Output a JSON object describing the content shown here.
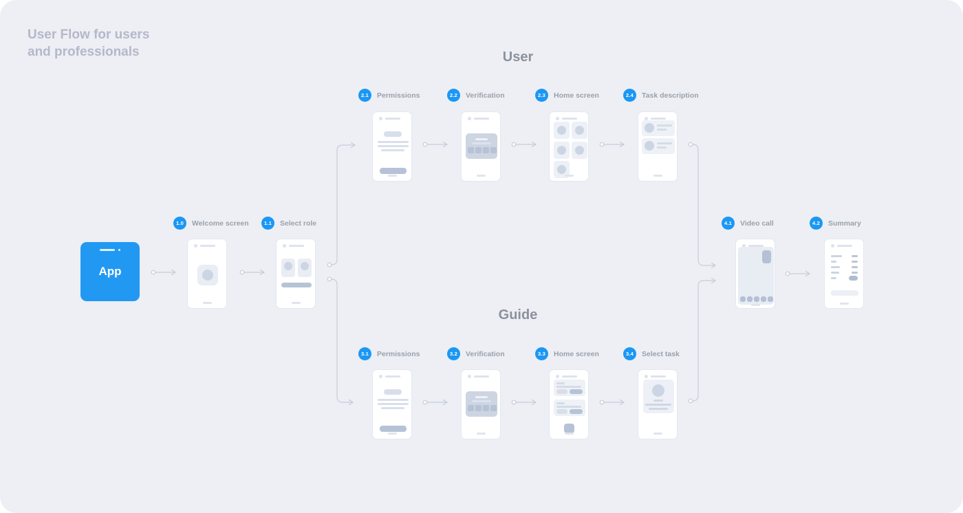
{
  "title": {
    "text": "User Flow for users\nand professionals"
  },
  "sections": {
    "user": "User",
    "guide": "Guide"
  },
  "app_node": {
    "label": "App"
  },
  "nodes": [
    {
      "id": "1.0",
      "label": "Welcome screen"
    },
    {
      "id": "1.1",
      "label": "Select role"
    },
    {
      "id": "2.1",
      "label": "Permissions"
    },
    {
      "id": "2.2",
      "label": "Verification"
    },
    {
      "id": "2.3",
      "label": "Home screen"
    },
    {
      "id": "2.4",
      "label": "Task description"
    },
    {
      "id": "3.1",
      "label": "Permissions"
    },
    {
      "id": "3.2",
      "label": "Verification"
    },
    {
      "id": "3.3",
      "label": "Home screen"
    },
    {
      "id": "3.4",
      "label": "Select task"
    },
    {
      "id": "4.1",
      "label": "Video call"
    },
    {
      "id": "4.2",
      "label": "Summary"
    }
  ],
  "colors": {
    "background": "#edeff4",
    "badge_blue": "#1b97f4",
    "app_blue": "#2199f3",
    "title_text": "#b4b8c9",
    "heading_text": "#8b919d",
    "label_text": "#9aa0ac",
    "connector": "#cbd2df",
    "phone_border": "#e3e7f0",
    "wireframe_light": "#e9edf4",
    "wireframe_mid": "#ccd5e3",
    "wireframe_dark": "#b6c3d6"
  }
}
